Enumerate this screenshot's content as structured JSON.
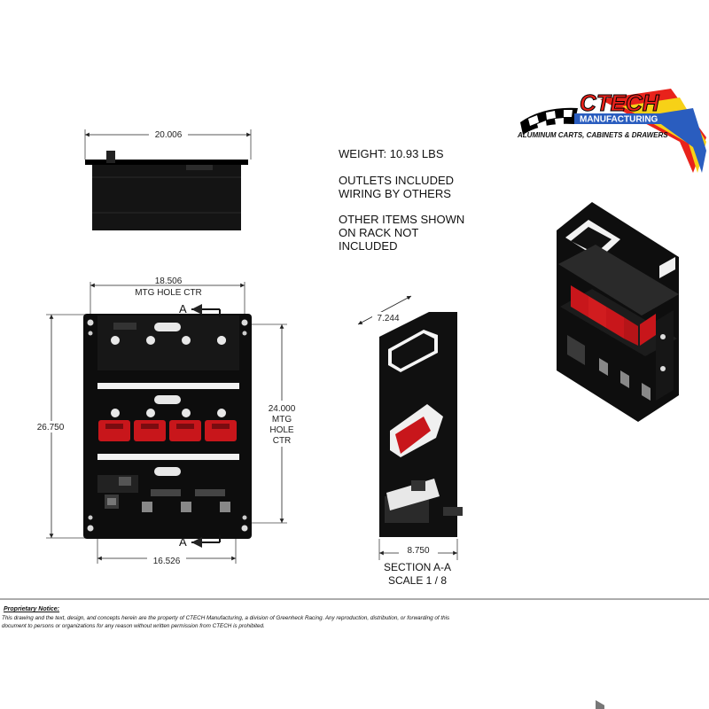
{
  "logo": {
    "brand": "CTECH",
    "sub": "MANUFACTURING",
    "tagline": "ALUMINUM CARTS, CABINETS & DRAWERS",
    "colors": {
      "red": "#e8221b",
      "yellow": "#f7d117",
      "blue": "#2a5dbf",
      "checker": "#000000"
    }
  },
  "notes": {
    "weight": "WEIGHT:  10.93 LBS",
    "outlets": "OUTLETS INCLUDED\nWIRING BY OTHERS",
    "other": "OTHER ITEMS SHOWN\nON RACK NOT\nINCLUDED"
  },
  "dimensions": {
    "top_width": "20.006",
    "mtg_hole_width": "18.506",
    "mtg_hole_label": "MTG HOLE  CTR",
    "overall_height": "26.750",
    "mtg_hole_height": "24.000",
    "mtg_hole_height_label_1": "MTG",
    "mtg_hole_height_label_2": "HOLE",
    "mtg_hole_height_label_3": "CTR",
    "bottom_width": "16.526",
    "section_top": "7.244",
    "section_bottom": "8.750"
  },
  "section": {
    "marker_top": "A",
    "marker_bottom": "A",
    "title": "SECTION A-A",
    "scale": "SCALE 1 / 8"
  },
  "proprietary": {
    "title": "Proprietary Notice:",
    "text": "This drawing and the text, design, and concepts herein are the property of CTECH Manufacturing, a division of Greenheck Racing. Any reproduction, distribution, or forwarding of this document to persons or organizations for any reason without written permission from CTECH is prohibited."
  }
}
